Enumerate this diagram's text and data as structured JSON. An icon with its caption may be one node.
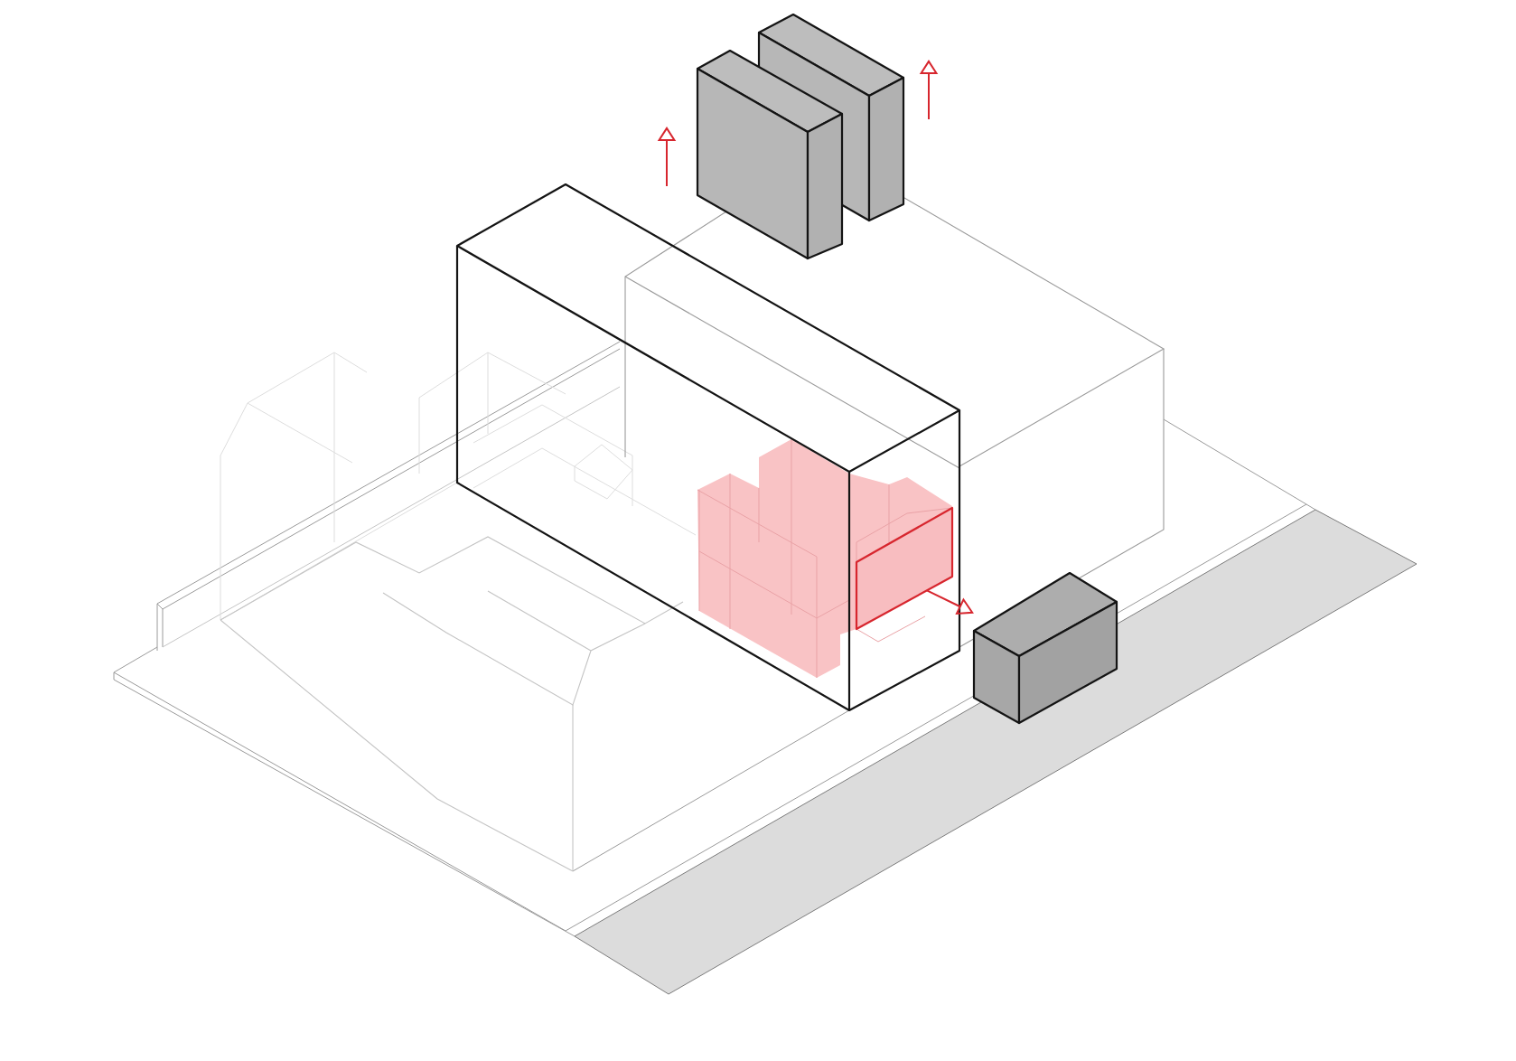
{
  "diagram": {
    "nodes": [
      {
        "text": [],
        "shape": "box"
      },
      {
        "text": [],
        "shape": "box"
      },
      {
        "text": [],
        "shape": "box"
      },
      {
        "text": [],
        "shape": "box"
      }
    ],
    "edges": [
      {
        "from": 2,
        "to": 3,
        "arrow": "to",
        "color": "#d7262e"
      }
    ]
  }
}
